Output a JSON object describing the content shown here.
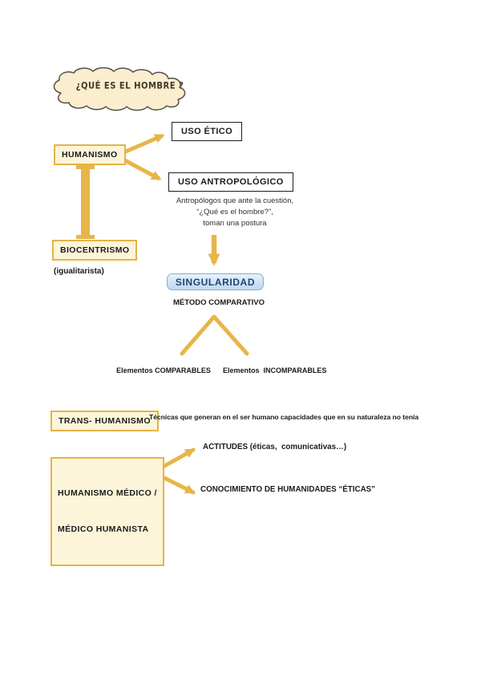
{
  "cloud": {
    "title": "¿QUÉ ES EL HOMBRE ?"
  },
  "nodes": {
    "humanismo": "HUMANISMO",
    "uso_etico": "USO ÉTICO",
    "uso_antropologico": "USO ANTROPOLÓGICO",
    "antropologos_note": "Antropólogos que ante la cuestión,\n“¿Qué es el hombre?”,\ntoman una postura",
    "biocentrismo": "BIOCENTRISMO",
    "biocentrismo_note": "(igualitarista)",
    "singularidad": "SINGULARIDAD",
    "metodo_comparativo": "MÉTODO COMPARATIVO",
    "elementos_comparables": "Elementos COMPARABLES",
    "elementos_incomparables": "Elementos  INCOMPARABLES",
    "trans_humanismo": "TRANS- HUMANISMO",
    "trans_humanismo_note": "Técnicas que generan en el ser humano capacidades que en su naturaleza no tenía",
    "humanismo_medico_line1": "HUMANISMO MÉDICO /",
    "humanismo_medico_line2": "MÉDICO HUMANISTA",
    "actitudes": "ACTITUDES (éticas,  comunicativas…)",
    "conocimiento": "CONOCIMIENTO DE HUMANIDADES “ÉTICAS”"
  },
  "colors": {
    "accent_gold": "#e7b54a",
    "yellow_box_fill": "#fdf5d9",
    "yellow_box_border": "#e6b347",
    "black_box_border": "#1f1f1f",
    "blue_box_fill": "#cfe2f4",
    "blue_box_border": "#82aed6",
    "blue_text": "#1d4577",
    "cloud_fill": "#faeecf",
    "cloud_outline": "#55504a",
    "ink": "#1a1a1a"
  }
}
